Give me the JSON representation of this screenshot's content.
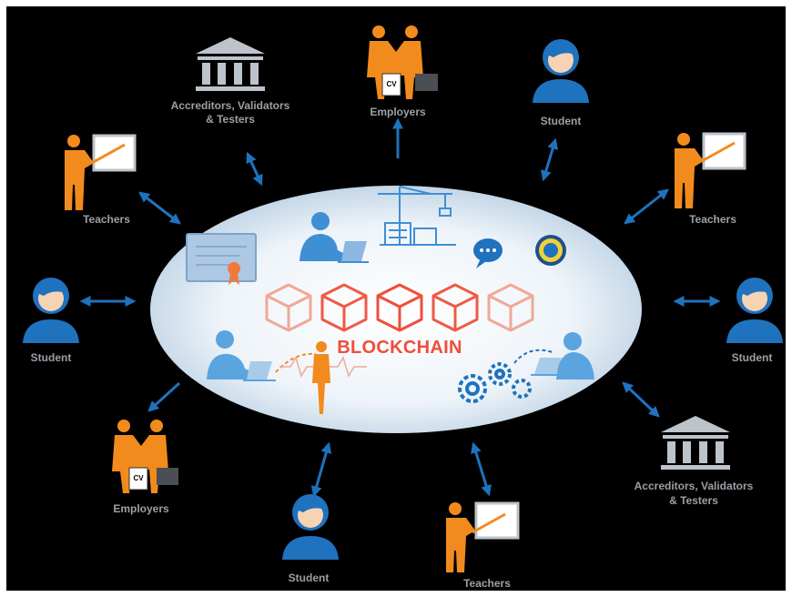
{
  "hub": {
    "label": "BLOCKCHAIN"
  },
  "nodes": [
    {
      "name": "accreditors-top",
      "icon": "institution-icon",
      "line1": "Accreditors, Validators",
      "line2": "& Testers"
    },
    {
      "name": "employers-top",
      "icon": "handshake-cv-icon",
      "line1": "Employers"
    },
    {
      "name": "student-top-right",
      "icon": "student-icon",
      "line1": "Student"
    },
    {
      "name": "teachers-top-left",
      "icon": "teacher-icon",
      "line1": "Teachers"
    },
    {
      "name": "teachers-top-right",
      "icon": "teacher-icon",
      "line1": "Teachers"
    },
    {
      "name": "student-left",
      "icon": "student-icon",
      "line1": "Student"
    },
    {
      "name": "student-right",
      "icon": "student-icon",
      "line1": "Student"
    },
    {
      "name": "employers-bottom-left",
      "icon": "handshake-cv-icon",
      "line1": "Employers"
    },
    {
      "name": "accreditors-bottom-right",
      "icon": "institution-icon",
      "line1": "Accreditors, Validators",
      "line2": "& Testers"
    },
    {
      "name": "student-bottom",
      "icon": "student-icon",
      "line1": "Student"
    },
    {
      "name": "teachers-bottom",
      "icon": "teacher-icon",
      "line1": "Teachers"
    }
  ],
  "cv_label": "CV",
  "colors": {
    "background": "#000000",
    "accent_orange": "#f28b1d",
    "accent_blue": "#1f72be",
    "hub_label": "#ef4e3b",
    "node_label": "#9aa0a6",
    "ellipse_fill": "#dce8f2"
  }
}
